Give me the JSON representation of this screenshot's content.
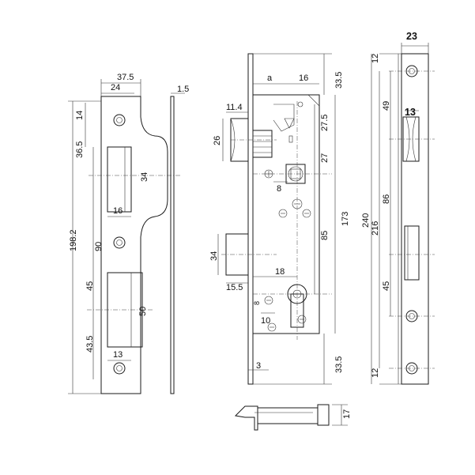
{
  "strike_plate": {
    "dim_width_total": "37.5",
    "dim_width_plate": "24",
    "dim_thickness": "1.5",
    "dim_top_margin": "14",
    "dim_upper_slot_offset": "36.5",
    "dim_upper_slot_height": "34",
    "dim_upper_slot_width": "16",
    "dim_overall_height": "198.2",
    "dim_mid_span": "90",
    "dim_mid_offset": "45",
    "dim_lower_slot_height": "50",
    "dim_lower_offset": "43.5",
    "dim_lower_slot_width": "13"
  },
  "lock_body": {
    "dim_a": "a",
    "dim_16": "16",
    "dim_top_margin": "33.5",
    "dim_latch_offset": "11.4",
    "dim_latch_height": "26",
    "dim_27_5": "27.5",
    "dim_27": "27",
    "dim_8": "8",
    "dim_85": "85",
    "dim_173": "173",
    "dim_deadbolt_height": "34",
    "dim_15_5": "15.5",
    "dim_18": "18",
    "dim_small_8": "8",
    "dim_10": "10",
    "dim_3": "3",
    "dim_bottom_margin": "33.5"
  },
  "faceplate": {
    "dim_width": "23",
    "dim_top_12": "12",
    "dim_49": "49",
    "dim_13": "13",
    "dim_240": "240",
    "dim_216": "216",
    "dim_86": "86",
    "dim_45": "45",
    "dim_bottom_12": "12"
  },
  "deadbolt_side": {
    "dim_17": "17"
  }
}
